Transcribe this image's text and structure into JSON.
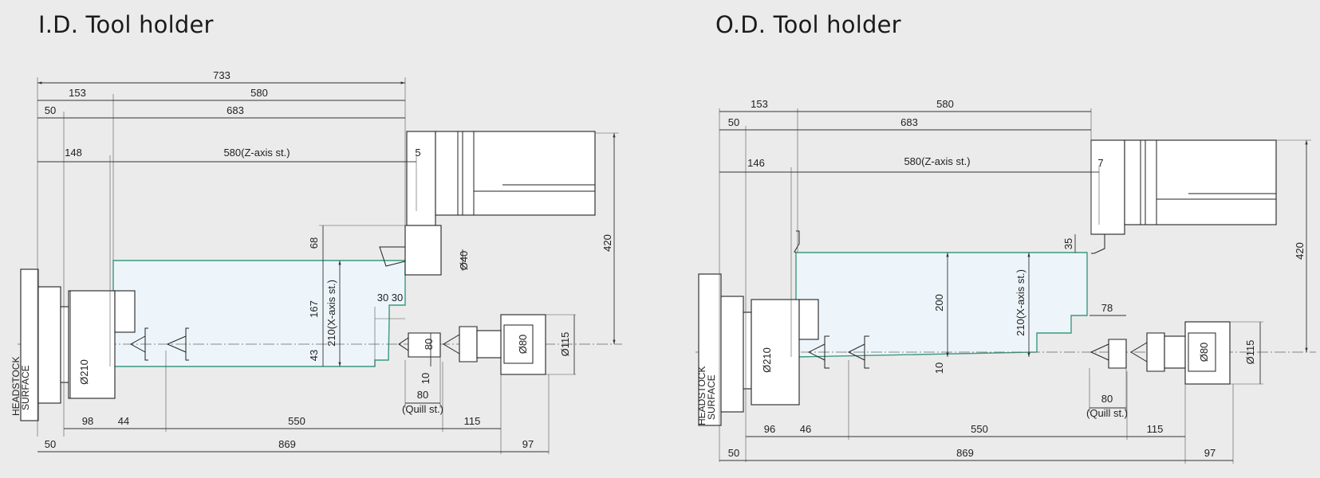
{
  "titles": {
    "id": "I.D. Tool holder",
    "od": "O.D. Tool holder"
  },
  "id": {
    "d733": "733",
    "d153": "153",
    "d580": "580",
    "d50t": "50",
    "d683": "683",
    "d148": "148",
    "zst": "580(Z-axis st.)",
    "d5": "5",
    "d420": "420",
    "d68": "68",
    "d40": "Ø40",
    "d167": "167",
    "xst": "210(X-axis st.)",
    "d30a": "30",
    "d30b": "30",
    "d43": "43",
    "d80v": "80",
    "d10": "10",
    "d80": "Ø80",
    "d115": "Ø115",
    "d210": "Ø210",
    "q80": "80",
    "quill": "(Quill st.)",
    "d98": "98",
    "d44": "44",
    "d550": "550",
    "d115h": "115",
    "d50b": "50",
    "d869": "869",
    "d97": "97",
    "head1": "HEADSTOCK",
    "head2": "SURFACE"
  },
  "od": {
    "d153": "153",
    "d580": "580",
    "d50t": "50",
    "d683": "683",
    "d146": "146",
    "zst": "580(Z-axis st.)",
    "d7": "7",
    "d420": "420",
    "d35": "35",
    "d200": "200",
    "xst": "210(X-axis st.)",
    "d10": "10",
    "d78": "78",
    "d80": "Ø80",
    "d115": "Ø115",
    "d210": "Ø210",
    "q80": "80",
    "quill": "(Quill st.)",
    "d96": "96",
    "d46": "46",
    "d550": "550",
    "d115h": "115",
    "d50b": "50",
    "d869": "869",
    "d97": "97",
    "head1": "HEADSTOCK",
    "head2": "SURFACE"
  }
}
